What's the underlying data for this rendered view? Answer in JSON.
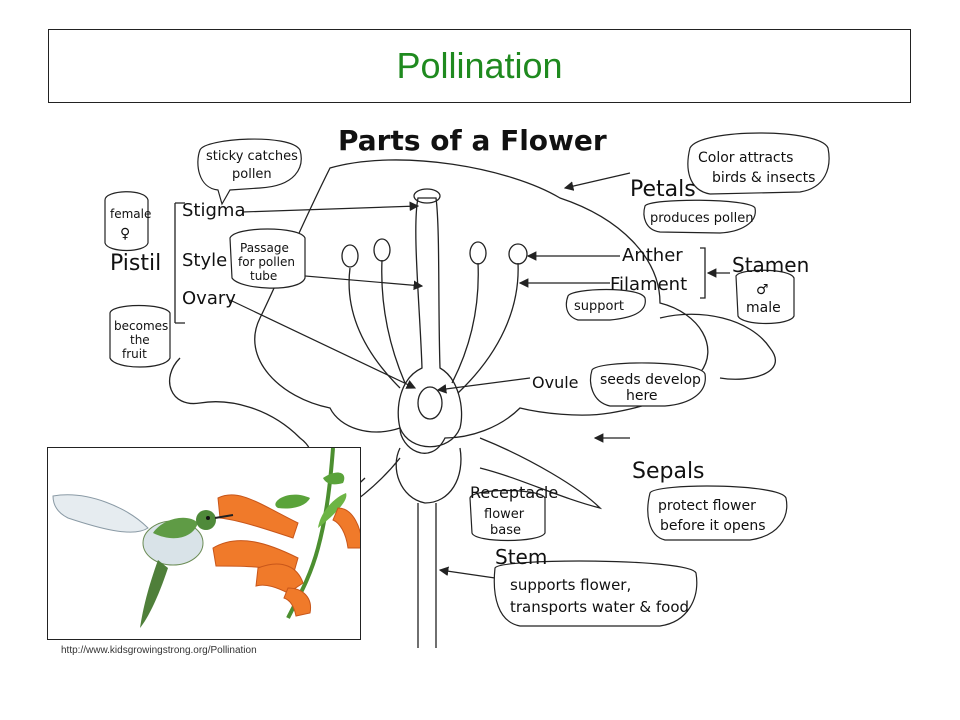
{
  "slide": {
    "title": "Pollination",
    "source_url": "http://www.kidsgrowingstrong.org/Pollination"
  },
  "diagram": {
    "heading": "Parts of a Flower",
    "labels": {
      "pistil": "Pistil",
      "stigma": "Stigma",
      "style": "Style",
      "ovary": "Ovary",
      "petals": "Petals",
      "anther": "Anther",
      "filament": "Filament",
      "stamen": "Stamen",
      "ovule": "Ovule",
      "sepals": "Sepals",
      "receptacle": "Receptacle",
      "stem": "Stem"
    },
    "bubbles": {
      "sticky_1": "sticky catches",
      "sticky_2": "pollen",
      "female": "female",
      "female_symbol": "♀",
      "passage_1": "Passage",
      "passage_2": "for pollen",
      "passage_3": "tube",
      "fruit_1": "becomes",
      "fruit_2": "the",
      "fruit_3": "fruit",
      "color_1": "Color attracts",
      "color_2": "birds & insects",
      "pollen": "produces pollen",
      "support": "support",
      "male_symbol": "♂",
      "male": "male",
      "seeds_1": "seeds develop",
      "seeds_2": "here",
      "base_1": "flower",
      "base_2": "base",
      "protect_1": "protect flower",
      "protect_2": "before it opens",
      "stem_1": "supports flower,",
      "stem_2": "transports water & food"
    }
  },
  "colors": {
    "title": "#1f8a1f",
    "line": "#222222",
    "petal_fill": "#ffffff",
    "flower_orange": "#f07a2a",
    "leaf_green": "#5aa33a"
  }
}
